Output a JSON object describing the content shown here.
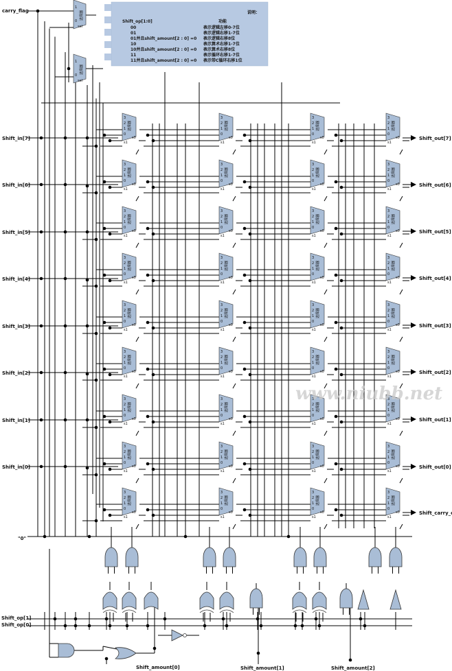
{
  "labels": {
    "carry_flag": "carry_flag",
    "shift_in": [
      "Shift_in[7]",
      "Shift_in[6]",
      "Shift_in[5]",
      "Shift_in[4]",
      "Shift_in[3]",
      "Shift_in[2]",
      "Shift_in[1]",
      "Shift_in[0]"
    ],
    "shift_out": [
      "Shift_out[7]",
      "Shift_out[6]",
      "Shift_out[5]",
      "Shift_out[4]",
      "Shift_out[3]",
      "Shift_out[2]",
      "Shift_out[1]",
      "Shift_out[0]",
      "Shift_carry_out"
    ],
    "zero": "\"0\"",
    "shift_op1": "Shift_op[1]",
    "shift_op0": "Shift_op[0]",
    "shift_amount": [
      "Shift_amount[0]",
      "Shift_amount[1]",
      "Shift_amount[2]"
    ]
  },
  "mux2": {
    "in1": "1",
    "in0": "0",
    "sel": "sel"
  },
  "mux4": {
    "pins": [
      "3",
      "2",
      "1",
      "0"
    ],
    "s0": "s0",
    "s1": "s1"
  },
  "legend": {
    "title": "说明：",
    "header_col1": "Shift_op[1:0]",
    "header_col2": "功能",
    "rows": [
      {
        "code": "00",
        "desc": "表示逻辑左移0-7位"
      },
      {
        "code": "01",
        "desc": "表示逻辑右移1-7位"
      },
      {
        "code": "01并且shift_amount[2 : 0] =0",
        "desc": "表示逻辑右移8位"
      },
      {
        "code": "10",
        "desc": "表示算术右移1-7位"
      },
      {
        "code": "10并且shift_amount[2 : 0] =0",
        "desc": "表示算术右移8位"
      },
      {
        "code": "11",
        "desc": "表示循环右移1-7位"
      },
      {
        "code": "11并且shift_amount[2 : 0] =0",
        "desc": "表示带C循环右移1位"
      }
    ]
  },
  "watermark": "www.niubb.net",
  "colors": {
    "mux_fill": "#a9bdd6",
    "gate_fill": "#a9bdd6",
    "legend_bg": "#b7c9e2",
    "wire": "#000000"
  }
}
